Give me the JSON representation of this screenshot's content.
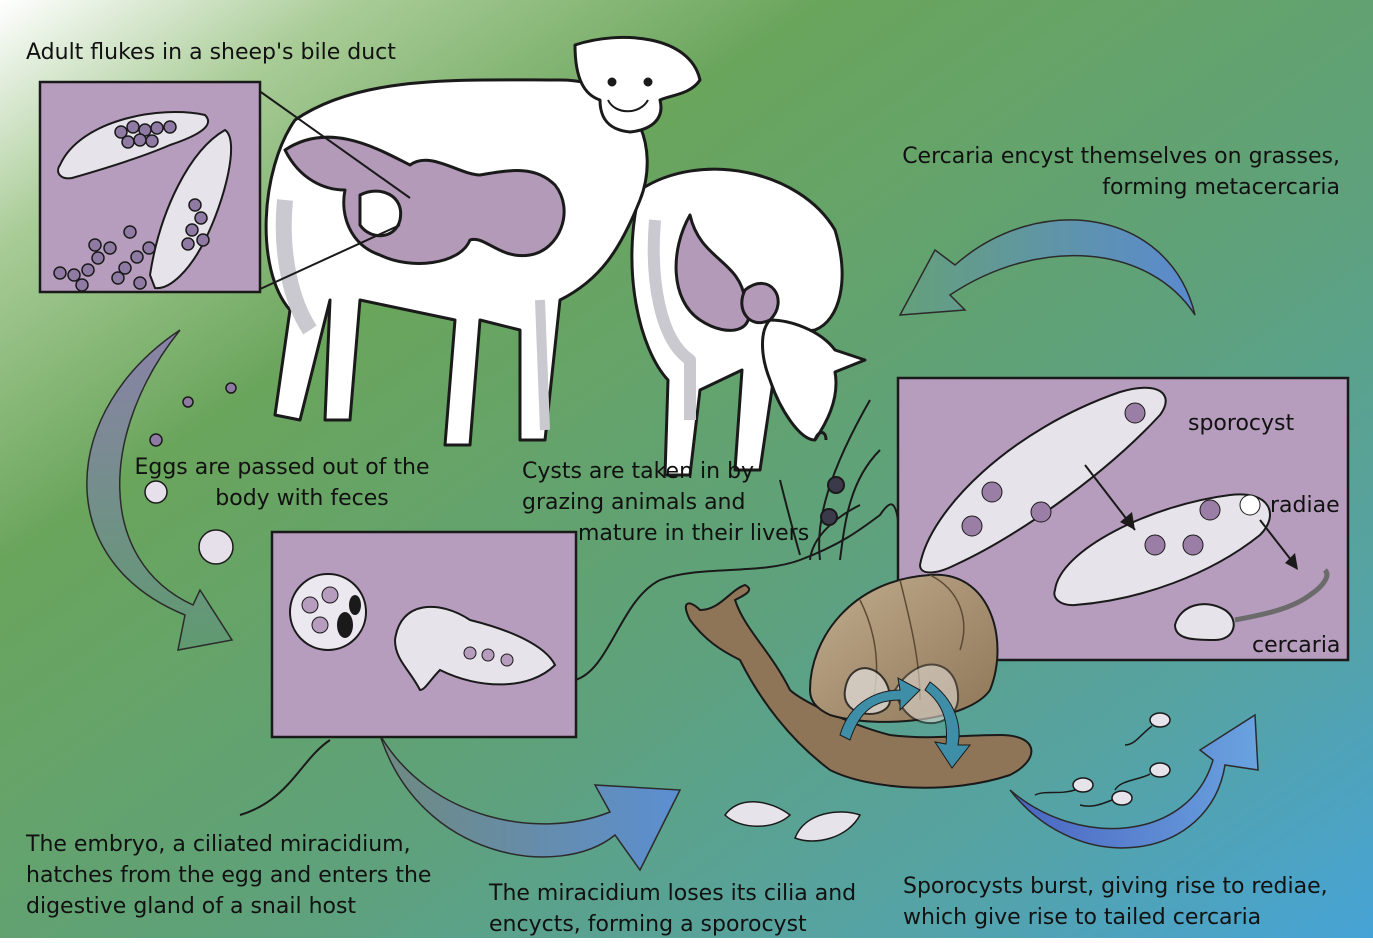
{
  "labels": {
    "adult_flukes": "Adult flukes in a sheep's bile duct",
    "cercaria_encyst": [
      "Cercaria encyst themselves on grasses,",
      "forming metacercaria"
    ],
    "eggs_passed": [
      "Eggs are passed out of the",
      "body with feces"
    ],
    "cysts_taken": [
      "Cysts are taken in by",
      "grazing animals and",
      "mature in their livers"
    ],
    "embryo": [
      "The embryo, a ciliated miracidium,",
      "hatches from the egg and enters the",
      "digestive gland of a snail host"
    ],
    "miracidium_loses": [
      "The miracidium loses its cilia and",
      "encycts, forming a sporocyst"
    ],
    "sporocysts_burst": [
      "Sporocysts burst, giving rise to rediae,",
      "which give rise to tailed cercaria"
    ]
  },
  "inset_labels": {
    "sporocyst": "sporocyst",
    "radiae": "radiae",
    "cercaria": "cercaria"
  },
  "colors": {
    "bg_top_left": "#ffffff",
    "bg_green": "#6aa55c",
    "bg_teal": "#58a49c",
    "bg_blue": "#4aa3d0",
    "inset_fill": "#b69cbd",
    "organ_fill": "#b39ab9",
    "sheep_fill": "#ffffff",
    "sheep_shade": "#c9c9cf",
    "snail_body": "#8f7558",
    "snail_shell": "#a48d6e",
    "arrow_blue": "#5a86c8",
    "arrow_green": "#6f8d74",
    "egg_fill": "#7a6a86"
  }
}
